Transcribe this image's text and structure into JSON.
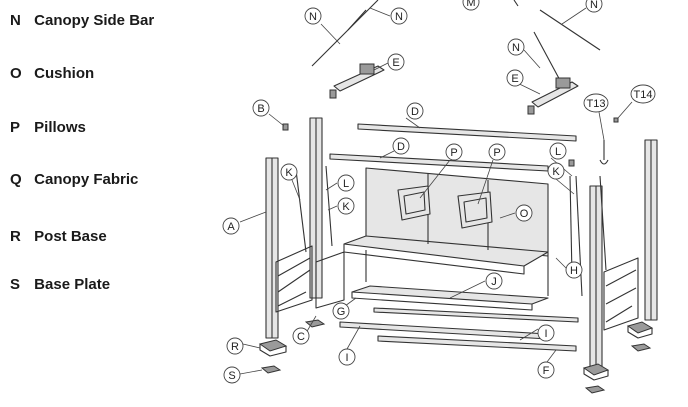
{
  "legend": [
    {
      "key": "N",
      "text": "Canopy Side Bar"
    },
    {
      "key": "O",
      "text": "Cushion"
    },
    {
      "key": "P",
      "text": "Pillows"
    },
    {
      "key": "Q",
      "text": "Canopy Fabric"
    },
    {
      "key": "R",
      "text": "Post Base"
    },
    {
      "key": "S",
      "text": "Base Plate"
    }
  ],
  "callouts": [
    {
      "id": "N-top-left-1",
      "label": "N"
    },
    {
      "id": "N-top-left-2",
      "label": "N"
    },
    {
      "id": "M-top",
      "label": "M"
    },
    {
      "id": "N-top-right-1",
      "label": "N"
    },
    {
      "id": "N-top-right-2",
      "label": "N"
    },
    {
      "id": "E-left",
      "label": "E"
    },
    {
      "id": "E-right",
      "label": "E"
    },
    {
      "id": "T13",
      "label": "T13"
    },
    {
      "id": "T14",
      "label": "T14"
    },
    {
      "id": "B",
      "label": "B"
    },
    {
      "id": "D-upper",
      "label": "D"
    },
    {
      "id": "D-lower",
      "label": "D"
    },
    {
      "id": "P-left",
      "label": "P"
    },
    {
      "id": "P-right",
      "label": "P"
    },
    {
      "id": "L-left",
      "label": "L"
    },
    {
      "id": "L-right",
      "label": "L"
    },
    {
      "id": "K-left-1",
      "label": "K"
    },
    {
      "id": "K-left-2",
      "label": "K"
    },
    {
      "id": "K-right",
      "label": "K"
    },
    {
      "id": "O",
      "label": "O"
    },
    {
      "id": "A",
      "label": "A"
    },
    {
      "id": "J",
      "label": "J"
    },
    {
      "id": "H",
      "label": "H"
    },
    {
      "id": "G",
      "label": "G"
    },
    {
      "id": "C",
      "label": "C"
    },
    {
      "id": "I-left",
      "label": "I"
    },
    {
      "id": "I-right",
      "label": "I"
    },
    {
      "id": "R",
      "label": "R"
    },
    {
      "id": "S",
      "label": "S"
    },
    {
      "id": "F",
      "label": "F"
    }
  ]
}
